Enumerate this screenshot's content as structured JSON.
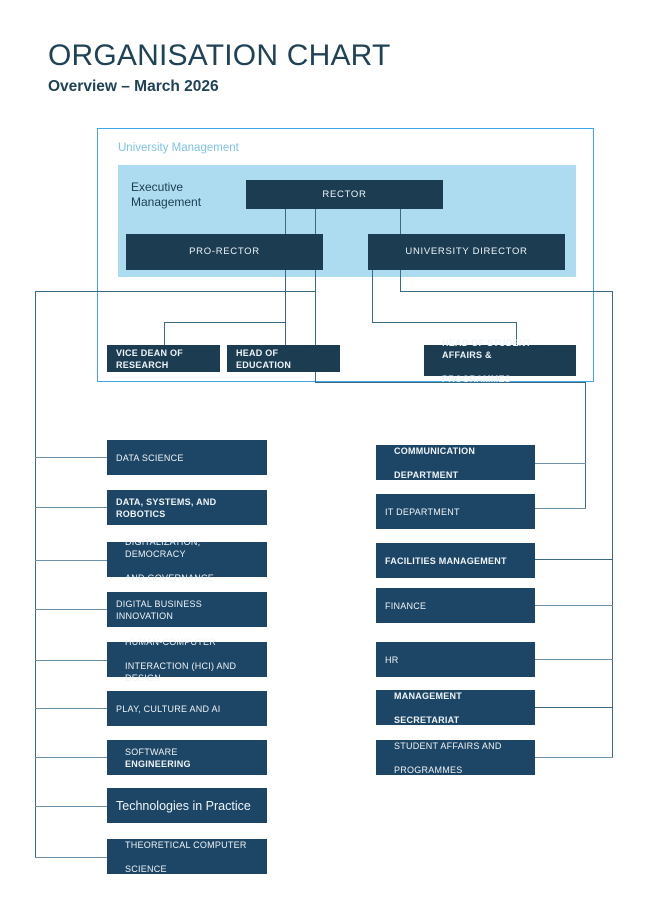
{
  "header": {
    "title": "ORGANISATION CHART",
    "subtitle": "Overview – March 2026"
  },
  "panel": {
    "label": "University Management",
    "exec_label": "Executive\nManagement"
  },
  "colors": {
    "dark_box": "#1c3c52",
    "dark_box_alt": "#1d4565",
    "panel_border": "#41a6e8",
    "panel_fill": "#addcf0",
    "panel_label_text": "#7fc2e8",
    "connector": "#3b6a86",
    "title_text": "#1f4257",
    "box_text": "#eef4f8"
  },
  "executive": {
    "rector": "RECTOR",
    "pro_rector": "PRO-RECTOR",
    "university_director": "UNIVERSITY DIRECTOR"
  },
  "second_level": [
    {
      "label": "VICE DEAN OF RESEARCH"
    },
    {
      "label": "HEAD OF EDUCATION"
    },
    {
      "label": "HEAD OF STUDENT AFFAIRS & PROGRAMMES"
    }
  ],
  "second_level_parts": {
    "head_student_line1": "HEAD OF STUDENT AFFAIRS &",
    "head_student_line2": "PROGRAMMES"
  },
  "academic_units": [
    {
      "label": "DATA SCIENCE",
      "bold": false
    },
    {
      "label": "DATA, SYSTEMS, AND ROBOTICS",
      "bold": true
    },
    {
      "label": "DIGITALIZATION, DEMOCRACY AND GOVERNANCE",
      "bold": false,
      "line1": "DIGITALIZATION, DEMOCRACY",
      "line2": "AND GOVERNANCE"
    },
    {
      "label": "DIGITAL BUSINESS INNOVATION",
      "bold": false
    },
    {
      "label": "HUMAN-COMPUTER INTERACTION (HCI) AND DESIGN",
      "bold": false,
      "line1": "HUMAN-COMPUTER",
      "line2": "INTERACTION (HCI) AND DESIGN"
    },
    {
      "label": "PLAY, CULTURE AND AI",
      "bold": false
    },
    {
      "label": "SOFTWARE ENGINEERING",
      "bold": false,
      "plain": "SOFTWARE ",
      "emphasis": "ENGINEERING"
    },
    {
      "label": "Technologies in Practice",
      "bold": false,
      "mixed_case": true
    },
    {
      "label": "THEORETICAL COMPUTER SCIENCE",
      "bold": false,
      "line1": "THEORETICAL COMPUTER",
      "line2": "SCIENCE"
    }
  ],
  "administrative_units": [
    {
      "label": "COMMUNICATION DEPARTMENT",
      "bold": true,
      "line1": "COMMUNICATION",
      "line2": "DEPARTMENT"
    },
    {
      "label": "IT DEPARTMENT",
      "bold": false
    },
    {
      "label": "FACILITIES MANAGEMENT",
      "bold": true
    },
    {
      "label": "FINANCE",
      "bold": false
    },
    {
      "label": "HR",
      "bold": false
    },
    {
      "label": "MANAGEMENT SECRETARIAT",
      "bold": true,
      "line1": "MANAGEMENT",
      "line2": "SECRETARIAT"
    },
    {
      "label": "STUDENT AFFAIRS AND PROGRAMMES",
      "bold": false,
      "line1": "STUDENT AFFAIRS AND",
      "line2": "PROGRAMMES"
    }
  ]
}
